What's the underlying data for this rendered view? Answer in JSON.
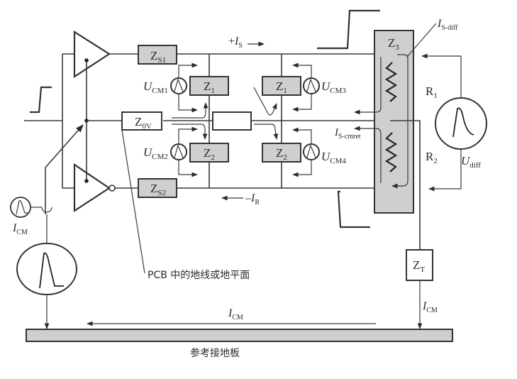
{
  "figure": {
    "impedances": {
      "zs1": {
        "main": "Z",
        "sub": "S1"
      },
      "zs2": {
        "main": "Z",
        "sub": "S2"
      },
      "z0v": {
        "main": "Z",
        "sub": "0V"
      },
      "z1_left": {
        "main": "Z",
        "sub": "1"
      },
      "z1_right": {
        "main": "Z",
        "sub": "1"
      },
      "z2_left": {
        "main": "Z",
        "sub": "2"
      },
      "z2_right": {
        "main": "Z",
        "sub": "2"
      },
      "z3": {
        "main": "Z",
        "sub": "3"
      },
      "zt": {
        "main": "Z",
        "sub": "T"
      }
    },
    "sources": {
      "ucm1": {
        "main": "U",
        "sub": "CM1"
      },
      "ucm2": {
        "main": "U",
        "sub": "CM2"
      },
      "ucm3": {
        "main": "U",
        "sub": "CM3"
      },
      "ucm4": {
        "main": "U",
        "sub": "CM4"
      },
      "udiff": {
        "main": "U",
        "sub": "diff"
      }
    },
    "currents": {
      "is_plus": {
        "prefix": "+",
        "main": "I",
        "sub": "S"
      },
      "ir_minus": {
        "prefix": "–",
        "main": "I",
        "sub": "R"
      },
      "is_diff": {
        "main": "I",
        "sub": "S-diff"
      },
      "is_cmret": {
        "main": "I",
        "sub": "S-cmret"
      },
      "icm_left": {
        "main": "I",
        "sub": "CM"
      },
      "icm_plane": {
        "main": "I",
        "sub": "CM"
      },
      "icm_right": {
        "main": "I",
        "sub": "CM"
      }
    },
    "resistors": {
      "r1": {
        "main": "R",
        "sub": "1"
      },
      "r2": {
        "main": "R",
        "sub": "2"
      }
    },
    "annotations": {
      "pcb_ground": "PCB 中的地线或地平面",
      "reference_plane": "参考接地板"
    }
  }
}
